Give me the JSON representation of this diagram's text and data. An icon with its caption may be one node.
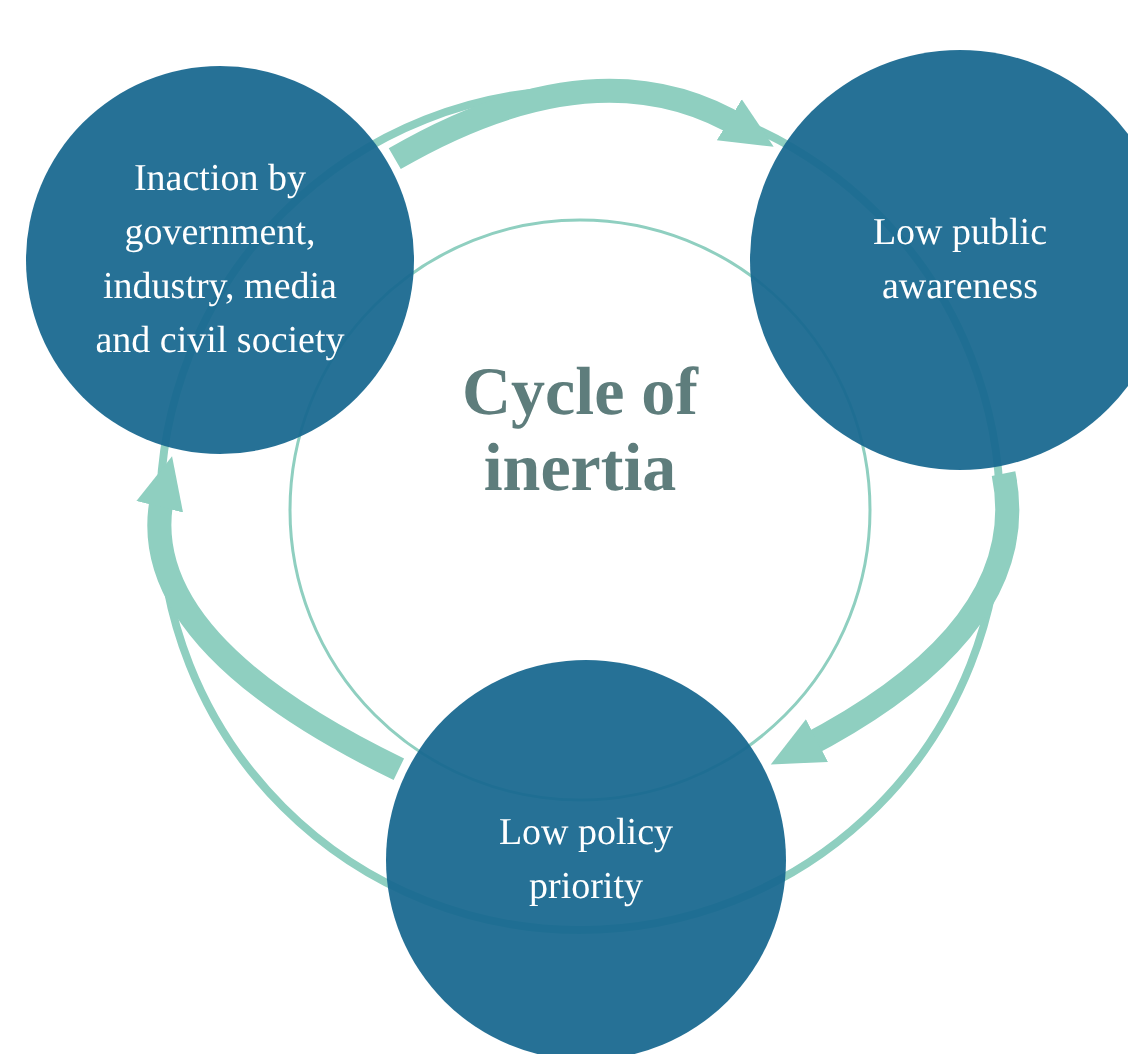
{
  "diagram": {
    "title": "Cycle of inertia",
    "nodes": [
      {
        "text": [
          "Inaction by government, industry, media and civil society"
        ]
      },
      {
        "text": [
          "Low public awareness"
        ]
      },
      {
        "text": [
          "Low policy priority"
        ]
      }
    ],
    "edges": [
      {
        "from": 0,
        "to": 1,
        "arrow": "to"
      },
      {
        "from": 1,
        "to": 2,
        "arrow": "to"
      },
      {
        "from": 2,
        "to": 0,
        "arrow": "to"
      }
    ]
  }
}
